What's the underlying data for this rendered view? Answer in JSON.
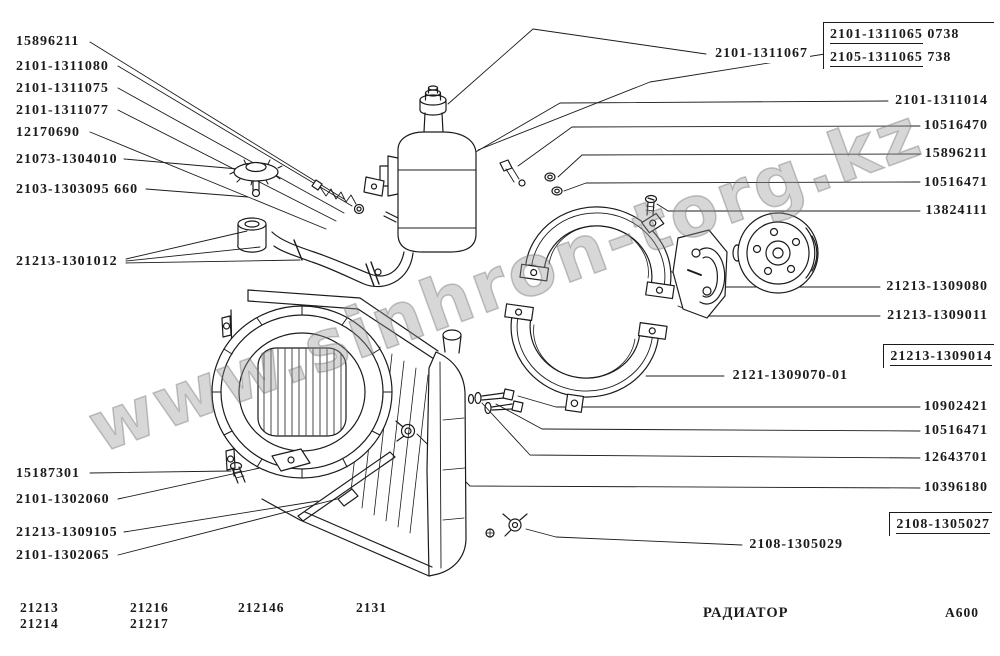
{
  "watermark": "www.sinhron-torg.kz",
  "labels": {
    "left": [
      "15896211",
      "2101-1311080",
      "2101-1311075",
      "2101-1311077",
      "12170690",
      "21073-1304010",
      "2103-1303095 660",
      "21213-1301012",
      "15187301",
      "2101-1302060",
      "21213-1309105",
      "2101-1302065"
    ],
    "right": {
      "r1311067": "2101-1311067",
      "box1_pn": "2101-1311065",
      "box1_suffix": "0738",
      "box2_pn": "2105-1311065",
      "box2_suffix": "738",
      "r1311014": "2101-1311014",
      "r10516470": "10516470",
      "r15896211": "15896211",
      "r10516471a": "10516471",
      "r13824111": "13824111",
      "r1309080": "21213-1309080",
      "r1309011": "21213-1309011",
      "r1309014": "21213-1309014",
      "r1309070": "2121-1309070-01",
      "r10902421": "10902421",
      "r10516471b": "10516471",
      "r12643701": "12643701",
      "r10396180": "10396180",
      "r1305027": "2108-1305027",
      "r1305029": "2108-1305029"
    }
  },
  "footer": {
    "models_col1": [
      "21213",
      "21214"
    ],
    "models_col2": [
      "21216",
      "21217"
    ],
    "models_col3": "212146",
    "models_col4": "2131",
    "title": "РАДИАТОР",
    "sheet_code": "А600"
  }
}
